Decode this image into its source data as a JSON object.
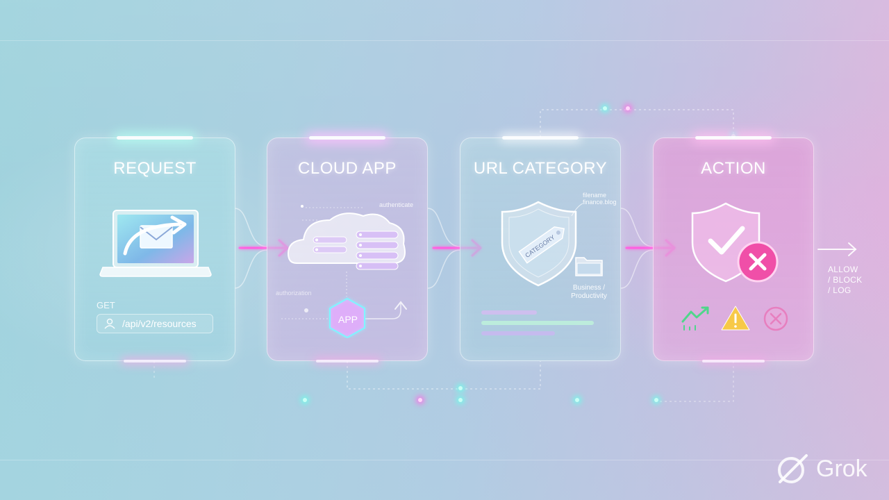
{
  "stages": [
    {
      "title": "REQUEST"
    },
    {
      "title": "CLOUD APP"
    },
    {
      "title": "URL CATEGORY"
    },
    {
      "title": "ACTION"
    }
  ],
  "request": {
    "method": "GET",
    "endpoint": "/api/v2/resources",
    "icons": [
      "laptop-icon",
      "envelope-icon",
      "user-icon"
    ]
  },
  "cloud_app": {
    "tag_top": "authenticate",
    "tag_left": "authorization",
    "chip": "APP",
    "icons": [
      "cloud-icon",
      "server-icon",
      "hexagon-chip-icon",
      "return-arrow-icon"
    ]
  },
  "url_category": {
    "tag": "CATEGORY",
    "meta_line1": "filename",
    "meta_line2": "finance.blog",
    "category_line1": "Business /",
    "category_line2": "Productivity",
    "icons": [
      "shield-icon",
      "tag-icon",
      "folder-icon"
    ]
  },
  "action": {
    "icons": [
      "shield-check-icon",
      "deny-x-icon",
      "allow-trend-icon",
      "warning-icon",
      "block-circle-x-icon"
    ],
    "outcome_line1": "ALLOW",
    "outcome_line2": "/ BLOCK",
    "outcome_line3": "/ LOG"
  },
  "brand": {
    "name": "Grok"
  },
  "colors": {
    "flow_arrow": "#ff5fe0",
    "glow_cyan": "#6effeb",
    "glow_magenta": "#ff6ee6",
    "allow_green": "#4fd68a",
    "warning_yellow": "#f7c948",
    "deny_pink": "#f04fa8"
  }
}
